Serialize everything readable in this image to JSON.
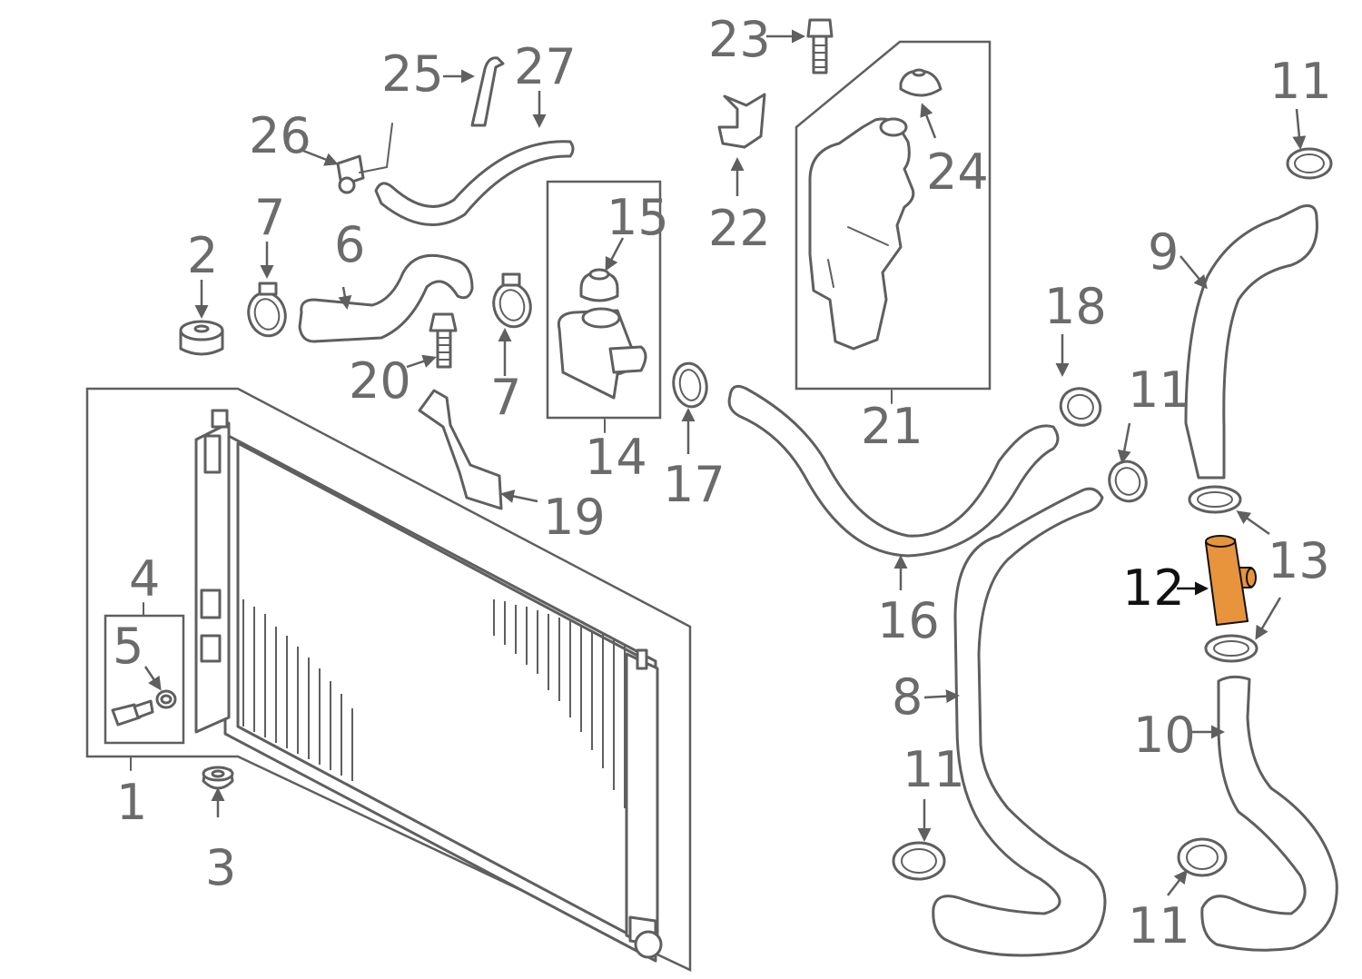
{
  "highlight_color": "#e8943c",
  "line_color": "#5f5f5f",
  "callouts": {
    "c1": "1",
    "c2": "2",
    "c3": "3",
    "c4": "4",
    "c5": "5",
    "c6": "6",
    "c7a": "7",
    "c7b": "7",
    "c8": "8",
    "c9": "9",
    "c10": "10",
    "c11a": "11",
    "c11b": "11",
    "c11c": "11",
    "c11d": "11",
    "c12": "12",
    "c13": "13",
    "c14": "14",
    "c15": "15",
    "c16": "16",
    "c17": "17",
    "c18": "18",
    "c19": "19",
    "c20": "20",
    "c21": "21",
    "c22": "22",
    "c23": "23",
    "c24": "24",
    "c25": "25",
    "c26": "26",
    "c27": "27"
  }
}
